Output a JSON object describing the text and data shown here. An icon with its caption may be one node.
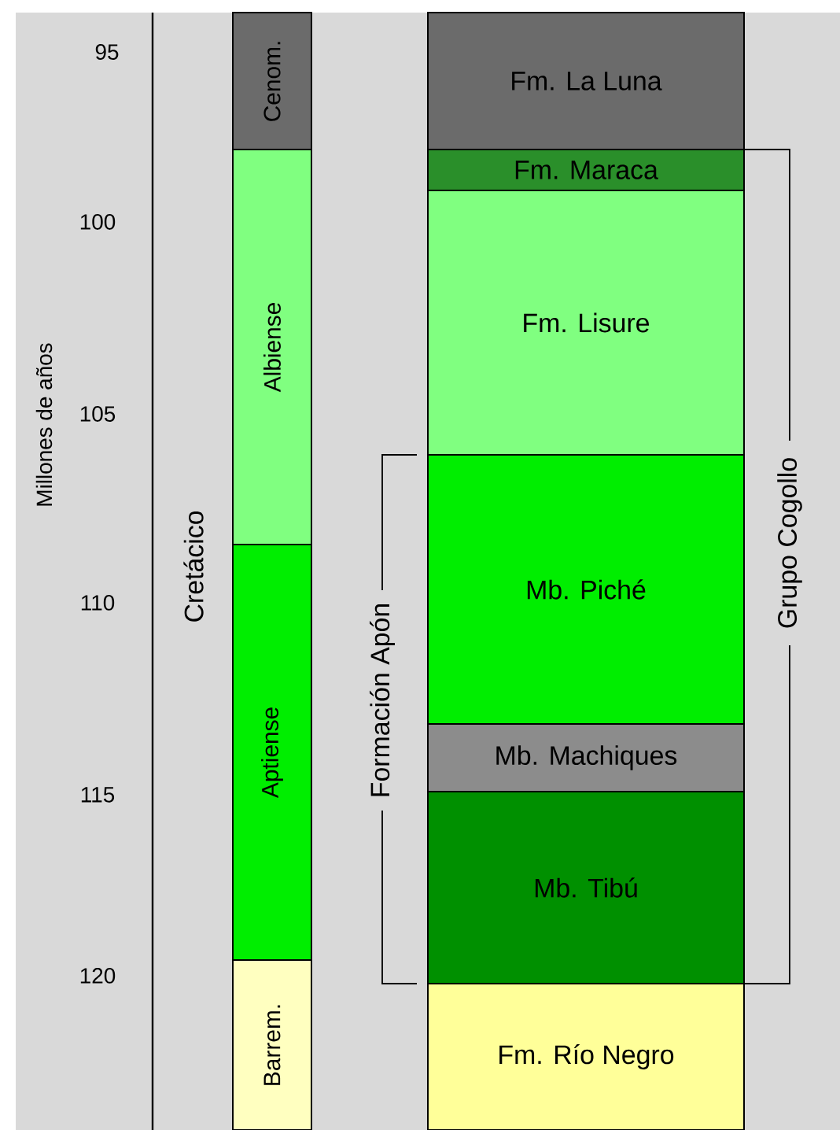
{
  "diagram": {
    "nodes": [
      {
        "text": [
          "Cenom."
        ]
      },
      {
        "text": [
          "Albiense"
        ]
      },
      {
        "text": [
          "Aptiense"
        ]
      },
      {
        "text": [
          "Barrem."
        ]
      },
      {
        "text": [
          "Fm. La Luna"
        ]
      },
      {
        "text": [
          "Fm. Maraca"
        ]
      },
      {
        "text": [
          "Fm. Lisure"
        ]
      },
      {
        "text": [
          "Mb. Piché"
        ]
      },
      {
        "text": [
          "Mb. Machiques"
        ]
      },
      {
        "text": [
          "Mb. Tibú"
        ]
      },
      {
        "text": [
          "Fm. Río Negro"
        ]
      }
    ],
    "labels": [
      "95",
      "100",
      "105",
      "110",
      "115",
      "120",
      "Millones de años",
      "Cretácico",
      "Formación Apón",
      "Grupo Cogollo"
    ]
  }
}
